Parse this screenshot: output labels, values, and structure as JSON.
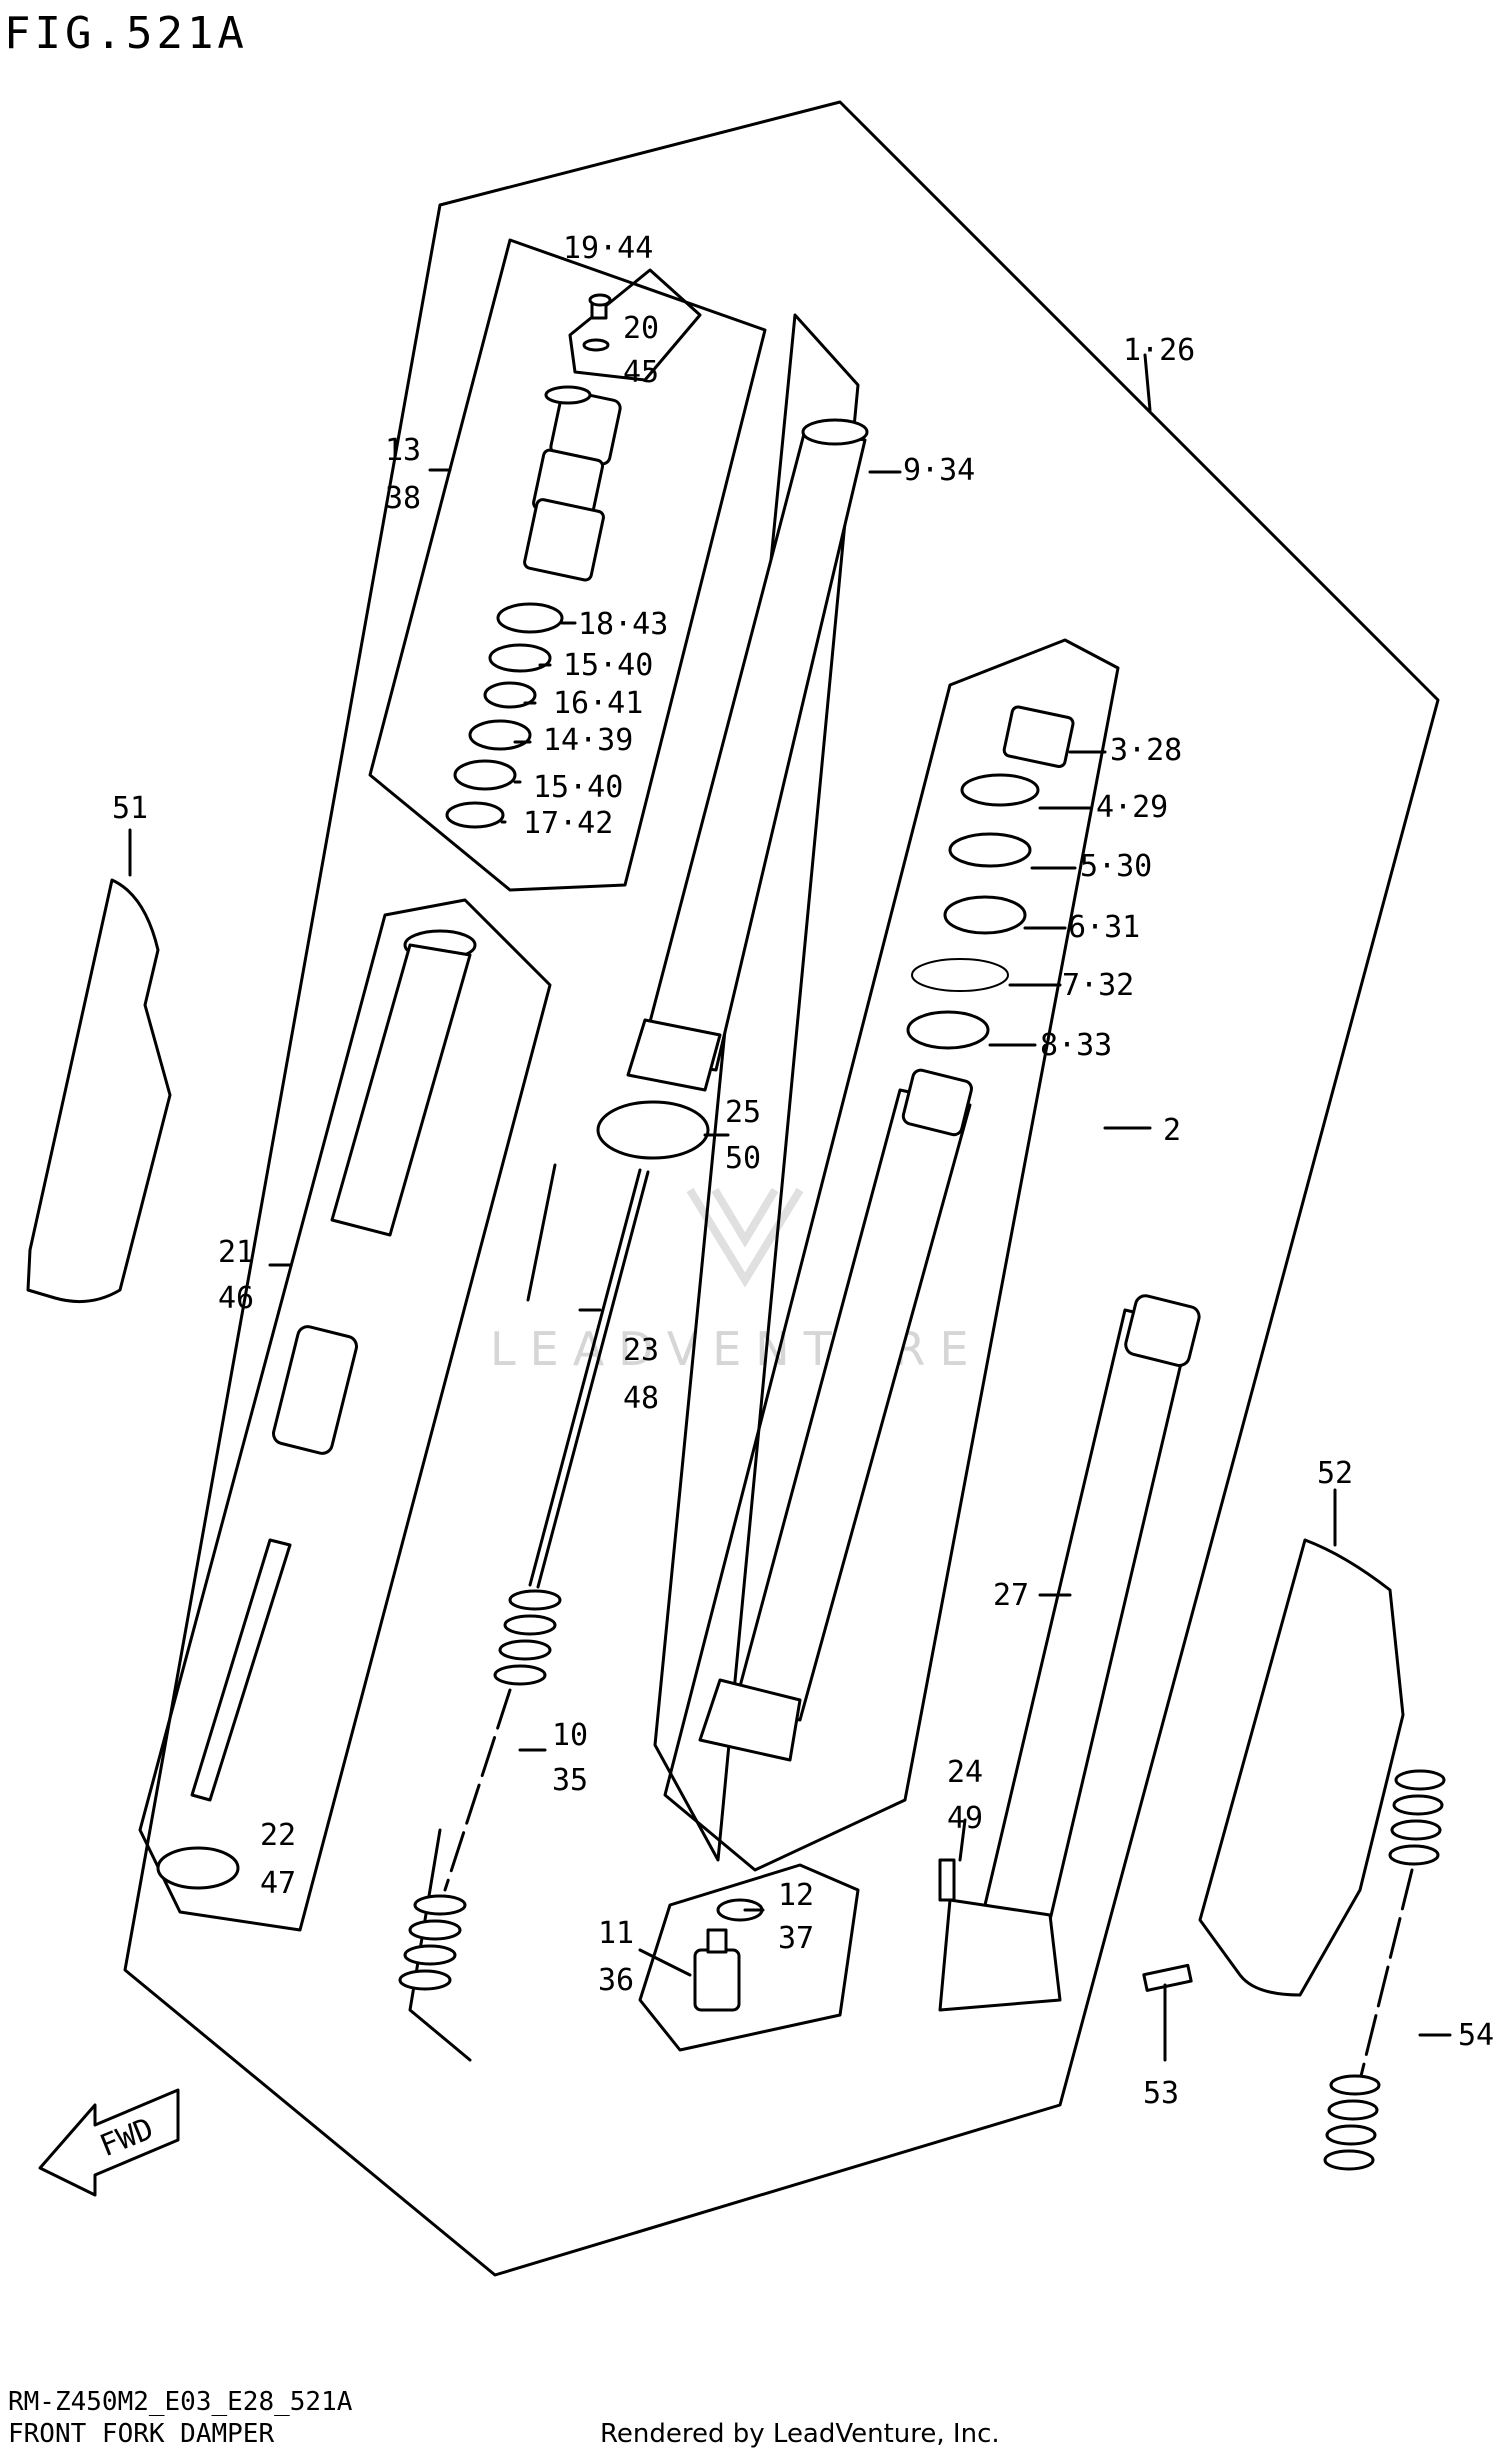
{
  "figure_title": "FIG.521A",
  "model_code": "RM-Z450M2_E03_E28_521A",
  "caption": "FRONT FORK DAMPER",
  "credit": "Rendered by LeadVenture, Inc.",
  "watermark": "LEADVENTURE",
  "fwd_label": "FWD",
  "callouts": {
    "c1_26": "1·26",
    "c2": "2",
    "c3_28": "3·28",
    "c4_29": "4·29",
    "c5_30": "5·30",
    "c6_31": "6·31",
    "c7_32": "7·32",
    "c8_33": "8·33",
    "c9_34": "9·34",
    "c10a": "10",
    "c10b": "35",
    "c11a": "11",
    "c11b": "36",
    "c12a": "12",
    "c12b": "37",
    "c13a": "13",
    "c13b": "38",
    "c14_39": "14·39",
    "c15_40a": "15·40",
    "c15_40b": "15·40",
    "c16_41": "16·41",
    "c17_42": "17·42",
    "c18_43": "18·43",
    "c19_44": "19·44",
    "c20a": "20",
    "c20b": "45",
    "c21a": "21",
    "c21b": "46",
    "c22a": "22",
    "c22b": "47",
    "c23a": "23",
    "c23b": "48",
    "c24a": "24",
    "c24b": "49",
    "c25a": "25",
    "c25b": "50",
    "c27": "27",
    "c51": "51",
    "c52": "52",
    "c53": "53",
    "c54": "54"
  },
  "colors": {
    "line": "#000000",
    "background": "#ffffff",
    "watermark": "#d6d6d6"
  }
}
